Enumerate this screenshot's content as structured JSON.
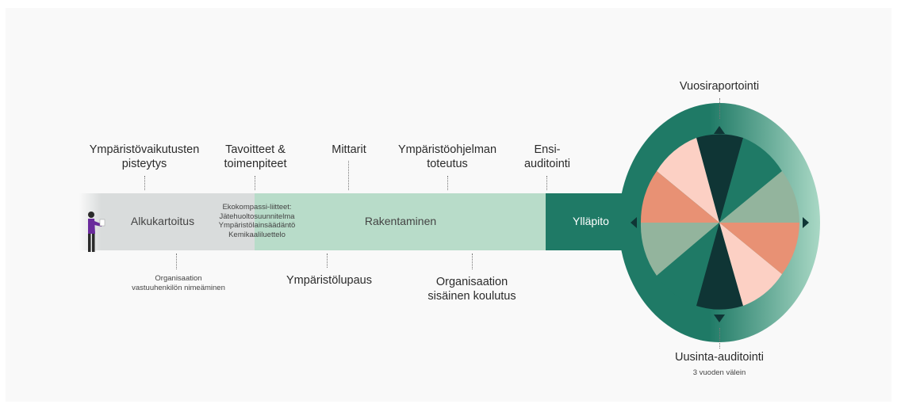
{
  "above": {
    "pisteytys": "Ympäristövaikutusten\npisteytys",
    "tavoitteet": "Tavoitteet &\ntoimenpiteet",
    "mittarit": "Mittarit",
    "toteutus": "Ympäristöohjelman\ntoteutus",
    "ensiauditointi": "Ensi-\nauditointi"
  },
  "below": {
    "nimeaminen": "Organisaation\nvastuuhenkilön nimeäminen",
    "lupaus": "Ympäristölupaus",
    "koulutus": "Organisaation\nsisäinen koulutus"
  },
  "phases": {
    "alkukartoitus": "Alkukartoitus",
    "liitteet": "Ekokompassi-liitteet:\nJätehuoltosuunnitelma\nYmpäristölainsäädäntö\nKemikaaliluettelo",
    "rakentaminen": "Rakentaminen",
    "yllapito": "Ylläpito"
  },
  "cycle": {
    "top": "Vuosiraportointi",
    "bottom": "Uusinta-auditointi",
    "bottom_note": "3 vuoden välein"
  },
  "colors": {
    "grey_band": "#d9dcdc",
    "green_light": "#b8dcc9",
    "green_dark": "#1f7a66",
    "teal_dark": "#0f3535",
    "peach": "#fcd0c4",
    "salmon": "#e89174",
    "sage": "#93b49d",
    "person_purple": "#6a2a9c"
  }
}
